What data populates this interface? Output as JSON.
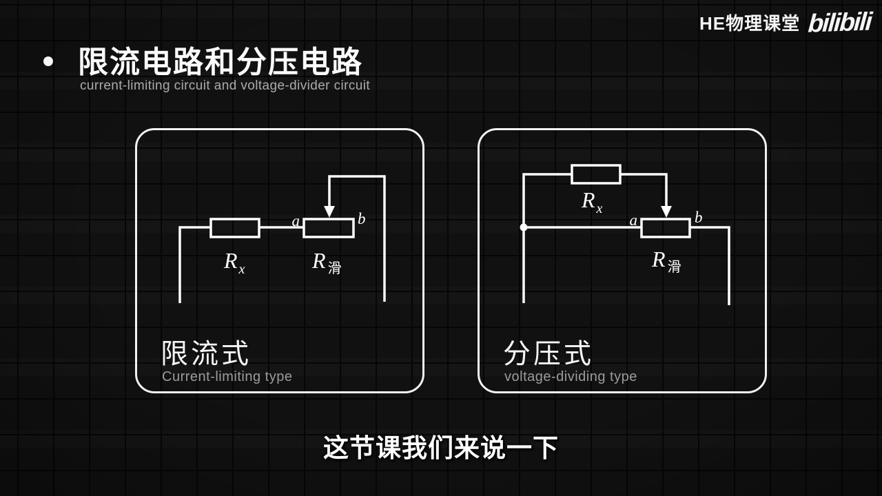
{
  "header": {
    "channel": "HE物理课堂",
    "logo": "bilibili",
    "title_zh": "限流电路和分压电路",
    "title_en": "current-limiting circuit and voltage-divider circuit"
  },
  "panels": [
    {
      "type_zh": "限流式",
      "type_en": "Current-limiting type",
      "resistor_symbol": "R",
      "resistor_sub": "x",
      "rheostat_symbol": "R",
      "rheostat_sub": "滑",
      "terminal_a": "a",
      "terminal_b": "b"
    },
    {
      "type_zh": "分压式",
      "type_en": "voltage-dividing type",
      "resistor_symbol": "R",
      "resistor_sub": "x",
      "rheostat_symbol": "R",
      "rheostat_sub": "滑",
      "terminal_a": "a",
      "terminal_b": "b"
    }
  ],
  "subtitle": "这节课我们来说一下",
  "colors": {
    "background": "#111111",
    "wire": "#ffffff",
    "muted_text": "#9c9c9c"
  }
}
